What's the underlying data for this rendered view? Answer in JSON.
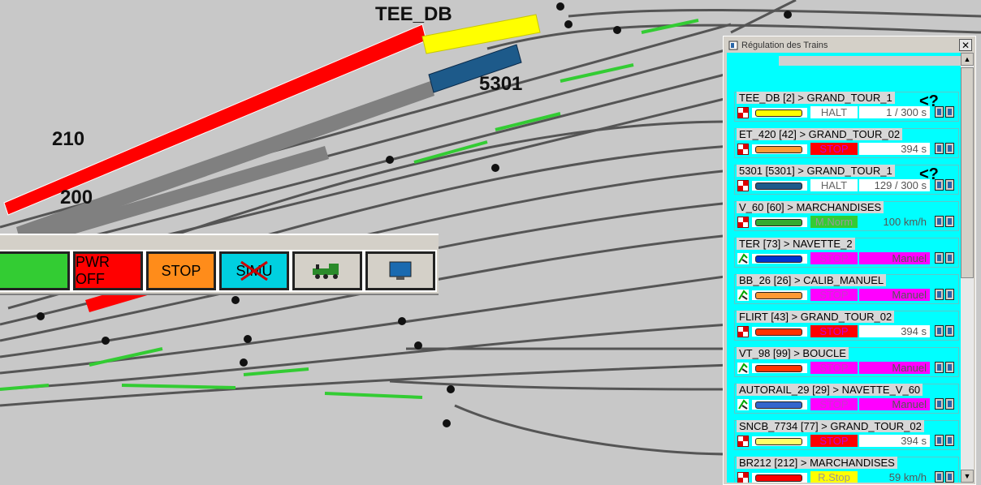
{
  "colors": {
    "background": "#c8c8c8",
    "track": "#5a5a5a",
    "track_green": "#33cc33",
    "panel_cyan": "#00ffff",
    "status_halt": "#ffffff",
    "status_stop": "#ff0000",
    "status_stop_text": "#cc00cc",
    "status_manual": "#ff00ff",
    "status_mnorm": "#33cc33",
    "status_rstop": "#ffff00",
    "train_red": "#ff0000",
    "train_grey": "#808080",
    "train_yellow": "#ffff00",
    "train_blue": "#1d5a8a"
  },
  "layout_labels": {
    "tee_db": "TEE_DB",
    "t5301": "5301",
    "t210": "210",
    "t200": "200"
  },
  "controls": [
    {
      "name": "go-button",
      "label": "",
      "color": "#33cc33"
    },
    {
      "name": "pwr-off-button",
      "label": "PWR OFF",
      "color": "#ff0000"
    },
    {
      "name": "stop-button",
      "label": "STOP",
      "color": "#ff8c1a"
    },
    {
      "name": "simu-button",
      "label": "SIMU",
      "color": "#00d0e0"
    },
    {
      "name": "locomotive-button",
      "label": "",
      "icon": "steam-locomotive-icon",
      "color": "#d4d0c8"
    },
    {
      "name": "monitor-button",
      "label": "",
      "icon": "monitor-icon",
      "color": "#d4d0c8"
    }
  ],
  "window": {
    "title": "Régulation des Trains",
    "close_icon": "close-icon"
  },
  "trains": [
    {
      "title": "TEE_DB [2] > GRAND_TOUR_1",
      "mode": "lock",
      "loco_color": "#ffff00",
      "status": "HALT",
      "status_bg": "#ffffff",
      "status_fg": "#666666",
      "value": "1 /  300 s",
      "value_bg": "#ffffff",
      "ask": "<?"
    },
    {
      "title": "ET_420 [42] > GRAND_TOUR_02",
      "mode": "lock",
      "loco_color": "#ff9933",
      "status": "STOP",
      "status_bg": "#ff0000",
      "status_fg": "#cc00cc",
      "value": "394 s",
      "value_bg": "#ffffff",
      "ask": ""
    },
    {
      "title": "5301 [5301] > GRAND_TOUR_1",
      "mode": "lock",
      "loco_color": "#1d5a8a",
      "status": "HALT",
      "status_bg": "#ffffff",
      "status_fg": "#666666",
      "value": "129 /  300 s",
      "value_bg": "#ffffff",
      "ask": "<?"
    },
    {
      "title": "V_60 [60] > MARCHANDISES",
      "mode": "lock",
      "loco_color": "#33aa33",
      "status": "M.Norm",
      "status_bg": "#33cc33",
      "status_fg": "#999999",
      "value": "100 km/h",
      "value_bg": "#00ffff",
      "ask": ""
    },
    {
      "title": "TER [73] > NAVETTE_2",
      "mode": "manual",
      "loco_color": "#0033cc",
      "status": "STOP",
      "status_bg": "#ff00ff",
      "status_fg": "#cc33cc",
      "value": "Manuel",
      "value_bg": "#ff00ff",
      "ask": ""
    },
    {
      "title": "BB_26 [26] > CALIB_MANUEL",
      "mode": "manual",
      "loco_color": "#ff9933",
      "status": "STOP",
      "status_bg": "#ff00ff",
      "status_fg": "#cc33cc",
      "value": "Manuel",
      "value_bg": "#ff00ff",
      "ask": ""
    },
    {
      "title": "FLIRT [43] > GRAND_TOUR_02",
      "mode": "lock",
      "loco_color": "#ff3300",
      "status": "STOP",
      "status_bg": "#ff0000",
      "status_fg": "#cc00cc",
      "value": "394 s",
      "value_bg": "#ffffff",
      "ask": ""
    },
    {
      "title": "VT_98 [99] > BOUCLE",
      "mode": "manual",
      "loco_color": "#ff3300",
      "status": "STOP",
      "status_bg": "#ff00ff",
      "status_fg": "#cc33cc",
      "value": "Manuel",
      "value_bg": "#ff00ff",
      "ask": ""
    },
    {
      "title": "AUTORAIL_29 [29] > NAVETTE_V_60",
      "mode": "manual",
      "loco_color": "#3366cc",
      "status": "STOP",
      "status_bg": "#ff00ff",
      "status_fg": "#cc33cc",
      "value": "Manuel",
      "value_bg": "#ff00ff",
      "ask": ""
    },
    {
      "title": "SNCB_7734 [77] > GRAND_TOUR_02",
      "mode": "lock",
      "loco_color": "#ffff66",
      "status": "STOP",
      "status_bg": "#ff0000",
      "status_fg": "#cc00cc",
      "value": "394 s",
      "value_bg": "#ffffff",
      "ask": ""
    },
    {
      "title": "BR212 [212] > MARCHANDISES",
      "mode": "lock",
      "loco_color": "#ff0000",
      "status": "R.Stop",
      "status_bg": "#ffff00",
      "status_fg": "#999999",
      "value": "59 km/h",
      "value_bg": "#00ffff",
      "ask": ""
    }
  ]
}
